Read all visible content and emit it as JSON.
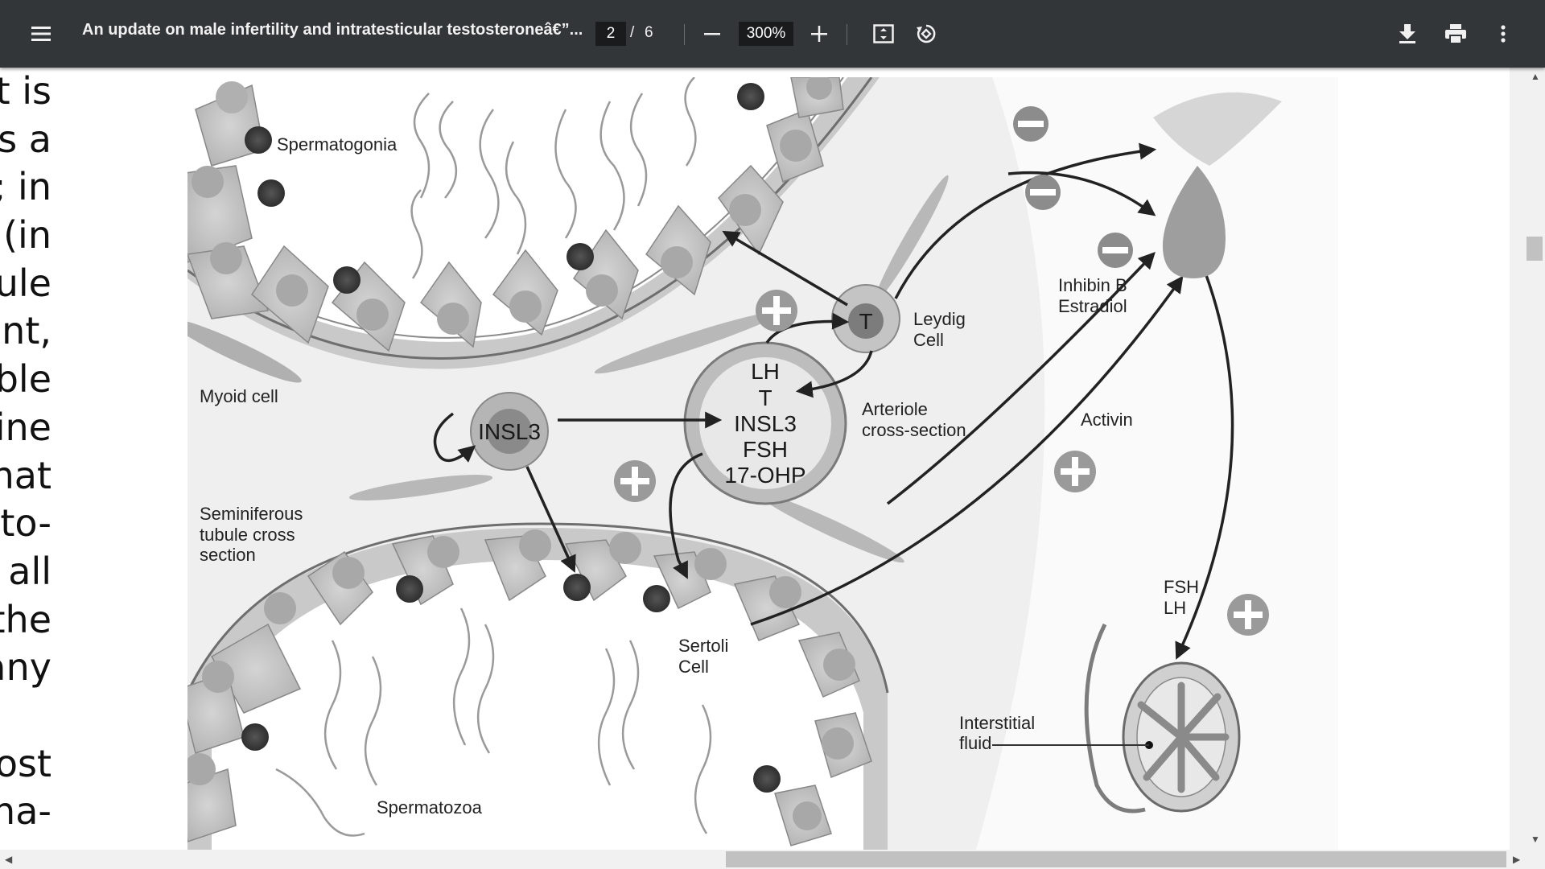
{
  "toolbar": {
    "menu_icon": "hamburger-icon",
    "doc_title": "An update on male infertility and intratesticular testosteroneâ€”...",
    "page_current": "2",
    "page_separator": "/",
    "page_total": "6",
    "zoom_out_icon": "minus-icon",
    "zoom_level": "300%",
    "zoom_in_icon": "plus-icon",
    "fit_icon": "fit-to-page-icon",
    "rotate_icon": "rotate-icon",
    "download_icon": "download-icon",
    "print_icon": "print-icon",
    "more_icon": "more-vertical-icon"
  },
  "document": {
    "left_text_lines": [
      "t is",
      "s a",
      "; in",
      "(in",
      "ule",
      "ent,",
      "ble",
      "ine",
      "hat",
      "to-",
      "all",
      "the",
      "any",
      "",
      "ost",
      "na-"
    ]
  },
  "figure": {
    "labels": {
      "spermatogonia": "Spermatogonia",
      "myoid": "Myoid cell",
      "seminiferous_1": "Seminiferous",
      "seminiferous_2": "tubule cross",
      "seminiferous_3": "section",
      "spermatozoa": "Spermatozoa",
      "sertoli_1": "Sertoli",
      "sertoli_2": "Cell",
      "leydig_1": "Leydig",
      "leydig_2": "Cell",
      "arteriole_1": "Arteriole",
      "arteriole_2": "cross-section",
      "inhibin": "Inhibin B",
      "estradiol": "Estradiol",
      "activin": "Activin",
      "fsh": "FSH",
      "lh": "LH",
      "interstitial_1": "Interstitial",
      "interstitial_2": "fluid",
      "insl3_cell": "INSL3",
      "leydig_t": "T"
    },
    "arteriole_contents": [
      "LH",
      "T",
      "INSL3",
      "FSH",
      "17-OHP"
    ]
  },
  "colors": {
    "toolbar_bg": "#323639",
    "viewer_bg": "#525659",
    "scrollbar_track": "#f1f1f1",
    "scrollbar_thumb": "#c1c1c1"
  }
}
